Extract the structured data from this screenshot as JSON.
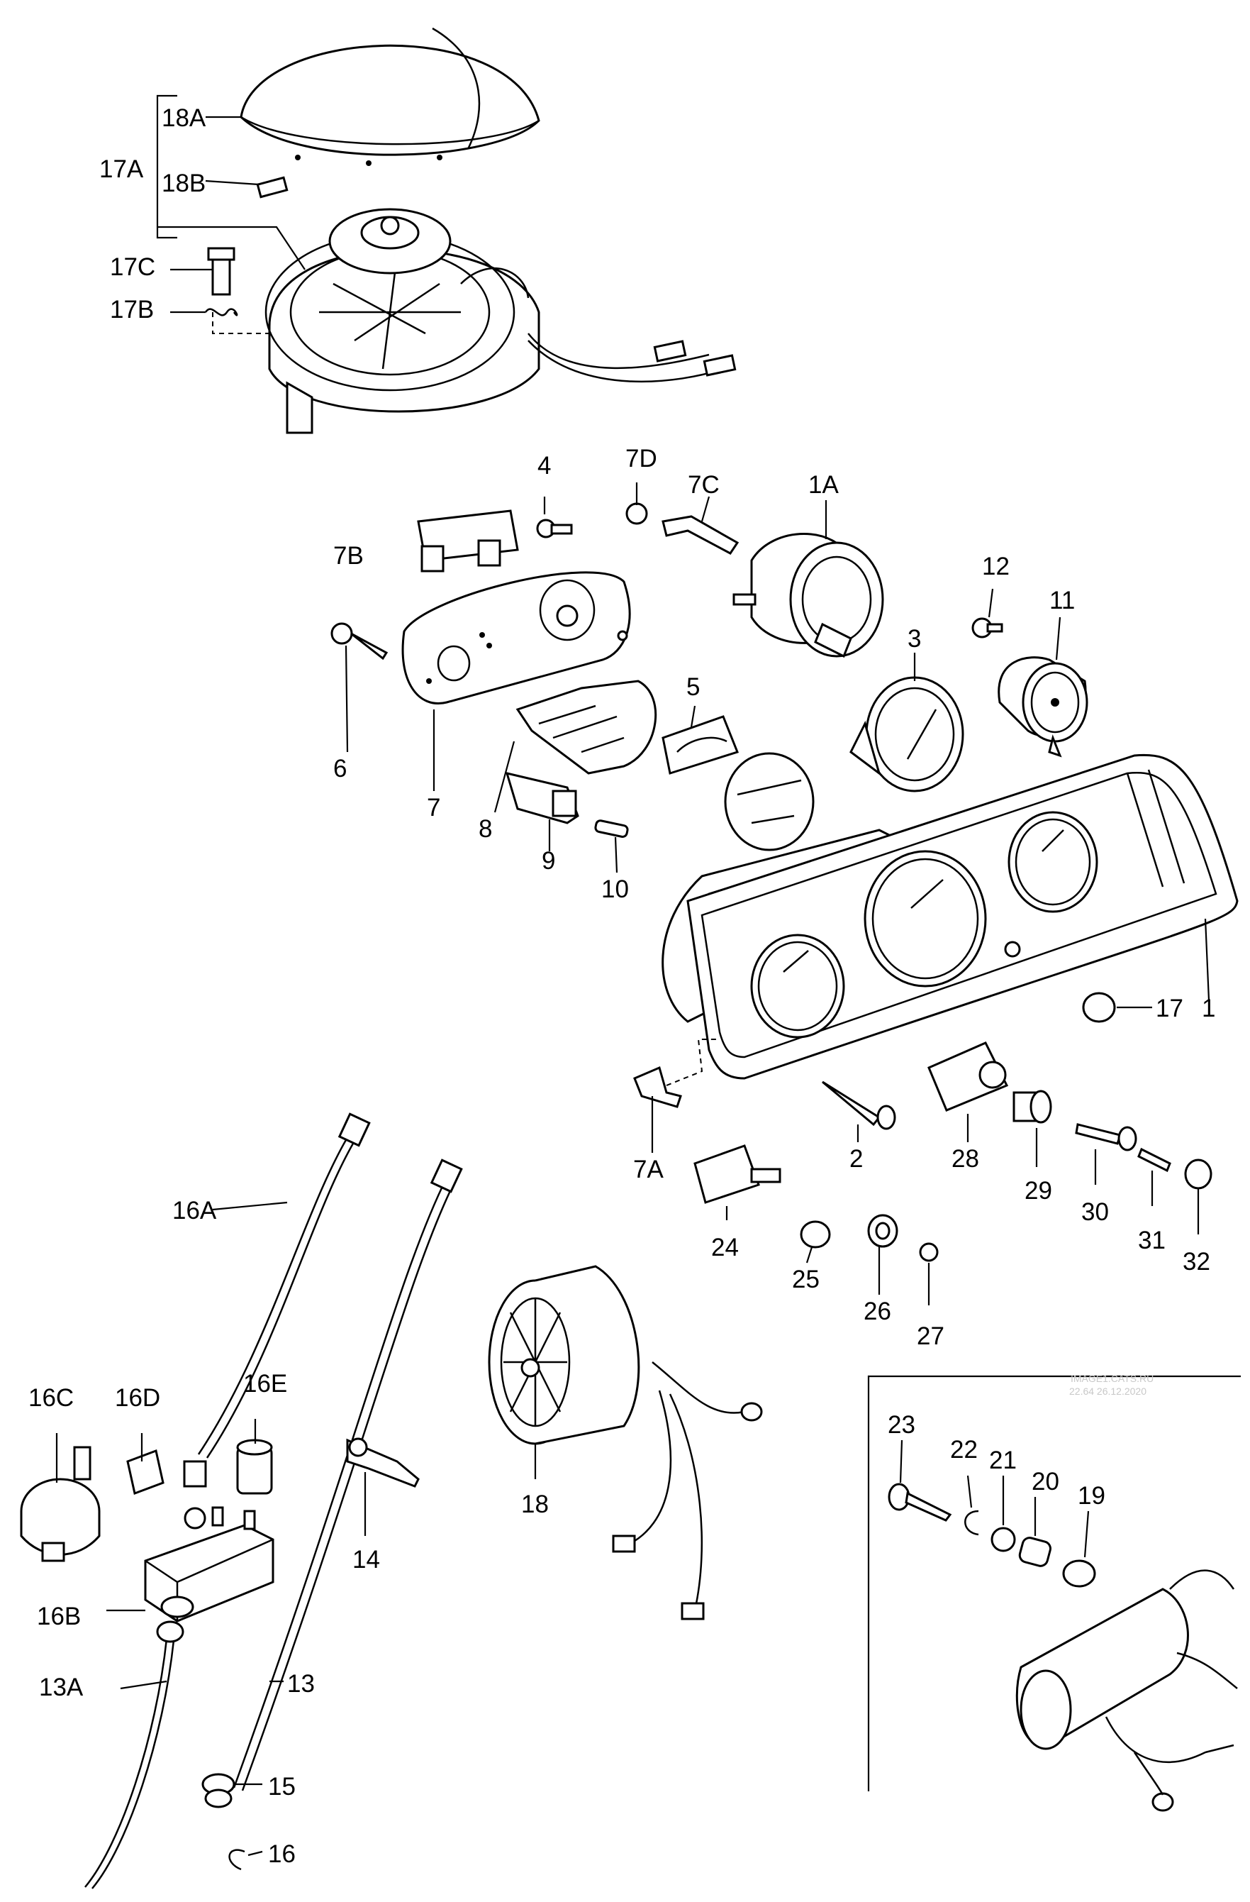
{
  "labels": {
    "l18a": "18A",
    "l17a": "17A",
    "l18b": "18B",
    "l17c": "17C",
    "l17b": "17B",
    "l4": "4",
    "l7d": "7D",
    "l7c": "7C",
    "l1a": "1A",
    "l7b": "7B",
    "l12": "12",
    "l11": "11",
    "l3": "3",
    "l5": "5",
    "l6": "6",
    "l7": "7",
    "l8": "8",
    "l9": "9",
    "l10": "10",
    "l17": "17",
    "l1": "1",
    "l7a": "7A",
    "l2": "2",
    "l28": "28",
    "l29": "29",
    "l30": "30",
    "l31": "31",
    "l32": "32",
    "l24": "24",
    "l25": "25",
    "l26": "26",
    "l27": "27",
    "l16a": "16A",
    "l16c": "16C",
    "l16d": "16D",
    "l16e": "16E",
    "l18": "18",
    "l14": "14",
    "l16b": "16B",
    "l13a": "13A",
    "l13": "13",
    "l15": "15",
    "l16": "16",
    "l23": "23",
    "l22": "22",
    "l21": "21",
    "l20": "20",
    "l19": "19"
  },
  "watermark": {
    "site": "IMAGE1.CATS.RU",
    "date": "22.64 26.12.2020"
  }
}
